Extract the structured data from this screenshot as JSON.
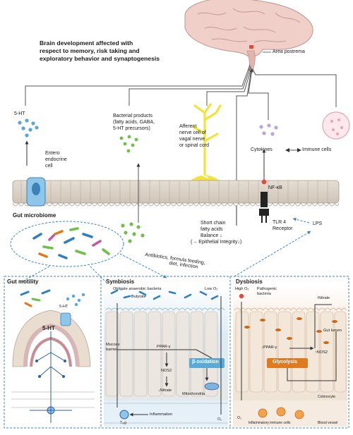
{
  "top_title": [
    "Brain development affected with",
    "respect to memory, risk taking and",
    "exploratory behavior and synaptogenesis"
  ],
  "labels": {
    "area_postrema": "Area postrema",
    "serotonin_top": "5-HT",
    "entero_cell": [
      "Entero",
      "endocrine",
      "cell"
    ],
    "bacterial_products": [
      "Bacterial products",
      "(fatty acids, GABA,",
      "5-HT precursors)"
    ],
    "afferent": [
      "Afferent",
      "nerve cell of",
      "vagal nerve",
      "or spinal cord"
    ],
    "cytokines": "Cytokines",
    "immune_cells": "Immune cells",
    "nfkb": "NF-κB",
    "tlr4": [
      "TLR 4",
      "Receptor"
    ],
    "lps": "LPS",
    "gut_microbiome": "Gut microbiome",
    "scfa": [
      "Short chain",
      "fatty acids",
      "Balance ↓",
      "(→ Epithelial Integrity↓)"
    ],
    "antibiotics": [
      "Antibiotics, formula feeding,",
      "diet, infection"
    ]
  },
  "panels": {
    "gut_motility": {
      "title": "Gut motility",
      "serotonin_small": "5-HT",
      "serotonin_big": "5-HT"
    },
    "symbiosis": {
      "title": "Symbiosis",
      "obligate": "Obligate anaerobic bacteria",
      "butyrate": "Butyrate",
      "low_o2": "Low O₂",
      "mucous": [
        "Mucous",
        "barrier"
      ],
      "ppar": "PPAR-γ",
      "nos2": "NOS2",
      "nitrate": "↓Nitrate",
      "beta_oxidation": "β-oxidation",
      "mitochondria": "Mitochondria",
      "inflammation": "Inflammation",
      "treg": "Tᵣₑg",
      "o2": "O₂"
    },
    "dysbiosis": {
      "title": "Dysbiosis",
      "high_o2": "High O₂",
      "pathogenic": [
        "Pathogenic",
        "bacteria"
      ],
      "nitrate": "↑Nitrate",
      "gut_lumen": "Gut lumen",
      "ppar": "↓PPAR-γ",
      "nos2": "↑NOS2",
      "glycolysis": "Glycolysis",
      "colonocyte": "Colonocyte",
      "inflammatory": "Inflammatory immune cells",
      "blood_vessel": "Blood vessel",
      "o2": "O₂"
    }
  },
  "colors": {
    "nerve_yellow": "#f3e23a",
    "epithelium": "#d8cfc4",
    "serotonin_blue": "#5aa7d6",
    "bacteria_green": "#6fbf4a",
    "cytokine_purple": "#b7a6d9",
    "immune_pink": "#e7a3b7",
    "dashed_blue": "#3f86c6",
    "beta_ox_blue": "#5aaad8",
    "glycolysis_orange": "#e07a1f",
    "brain_pink": "#f0cfc9"
  }
}
